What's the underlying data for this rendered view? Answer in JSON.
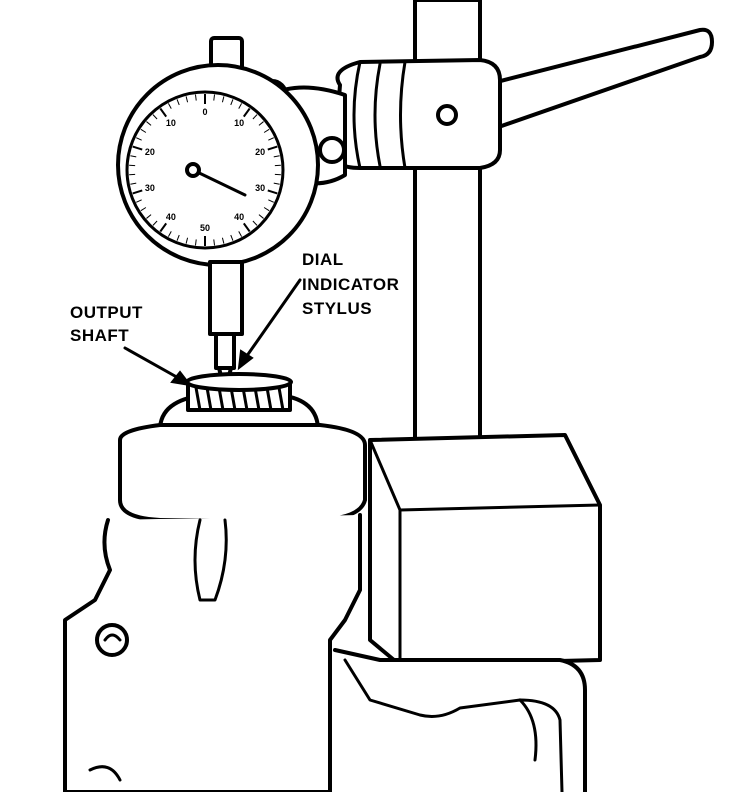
{
  "labels": {
    "output_shaft": [
      "OUTPUT",
      "SHAFT"
    ],
    "dial_indicator_stylus": [
      "DIAL",
      "INDICATOR",
      "STYLUS"
    ]
  },
  "dial_face_numbers": [
    "10",
    "20",
    "30",
    "40",
    "50",
    "40",
    "30",
    "20",
    "10",
    "0"
  ],
  "colors": {
    "ink": "#000000",
    "paper": "#ffffff"
  }
}
